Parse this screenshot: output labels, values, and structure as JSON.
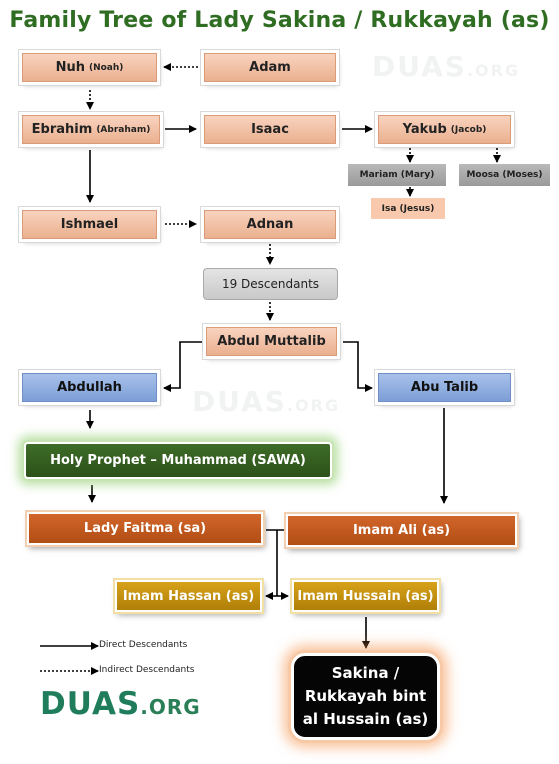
{
  "title": "Family Tree of Lady Sakina / Rukkayah (as)",
  "nodes": {
    "nuh": {
      "name": "Nuh",
      "sub": "(Noah)"
    },
    "adam": {
      "name": "Adam"
    },
    "ebrahim": {
      "name": "Ebrahim",
      "sub": "(Abraham)"
    },
    "isaac": {
      "name": "Isaac"
    },
    "yakub": {
      "name": "Yakub",
      "sub": "(Jacob)"
    },
    "mariam": {
      "name": "Mariam (Mary)"
    },
    "moosa": {
      "name": "Moosa (Moses)"
    },
    "isa": {
      "name": "Isa (Jesus)"
    },
    "ishmael": {
      "name": "Ishmael"
    },
    "adnan": {
      "name": "Adnan"
    },
    "descendants": {
      "name": "19 Descendants"
    },
    "abdul_muttalib": {
      "name": "Abdul Muttalib"
    },
    "abdullah": {
      "name": "Abdullah"
    },
    "abu_talib": {
      "name": "Abu Talib"
    },
    "prophet": {
      "name": "Holy Prophet – Muhammad (SAWA)"
    },
    "fatima": {
      "name": "Lady Faitma (sa)"
    },
    "ali": {
      "name": "Imam Ali (as)"
    },
    "hassan": {
      "name": "Imam Hassan (as)"
    },
    "hussain": {
      "name": "Imam Hussain (as)"
    },
    "sakina": {
      "name": "Sakina / Rukkayah bint al Hussain (as)"
    }
  },
  "legend": {
    "direct": "Direct Descendants",
    "indirect": "Indirect Descendants"
  },
  "logo": {
    "main": "DUAS",
    "suffix": ".ORG"
  },
  "watermarks": [
    {
      "main": "DUAS",
      "suffix": ".ORG"
    },
    {
      "main": "DUAS",
      "suffix": ".ORG"
    }
  ],
  "colors": {
    "title": "#2f6d22",
    "peach": "#eab08f",
    "grey": "#9a9a9a",
    "blue": "#7c9ed6",
    "green": "#2c5119",
    "orange": "#b14d14",
    "gold": "#b07f08",
    "final": "#050505"
  }
}
